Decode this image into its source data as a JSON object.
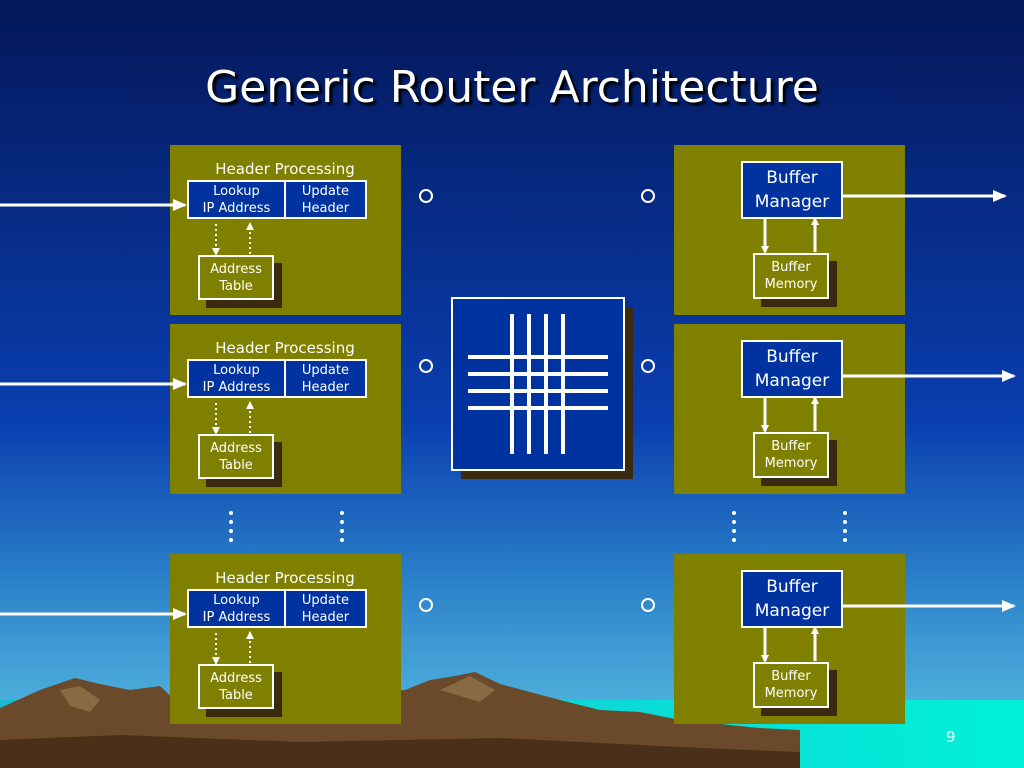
{
  "slide": {
    "title": "Generic Router Architecture",
    "page_number": "9"
  },
  "input_blocks": [
    {
      "header_label": "Header Processing",
      "lookup": "Lookup\nIP Address",
      "update": "Update\nHeader",
      "table": "Address\nTable"
    },
    {
      "header_label": "Header Processing",
      "lookup": "Lookup\nIP Address",
      "update": "Update\nHeader",
      "table": "Address\nTable"
    },
    {
      "header_label": "Header Processing",
      "lookup": "Lookup\nIP Address",
      "update": "Update\nHeader",
      "table": "Address\nTable"
    }
  ],
  "output_blocks": [
    {
      "manager": "Buffer\nManager",
      "memory": "Buffer\nMemory"
    },
    {
      "manager": "Buffer\nManager",
      "memory": "Buffer\nMemory"
    },
    {
      "manager": "Buffer\nManager",
      "memory": "Buffer\nMemory"
    }
  ],
  "colors": {
    "panel": "#808000",
    "box_blue": "#0033a0",
    "text": "#ffffff"
  }
}
